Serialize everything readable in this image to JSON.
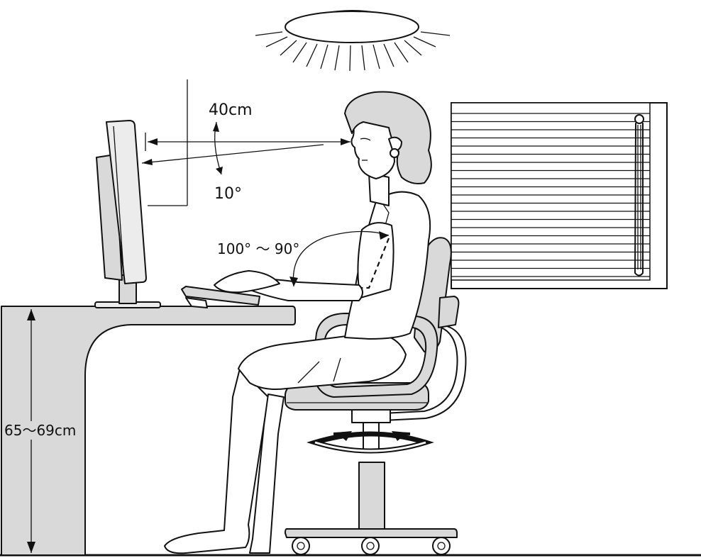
{
  "labels": {
    "eye_distance": "40cm",
    "gaze_angle": "10°",
    "elbow_angle": "100° ～ 90°",
    "desk_height": "65～69cm"
  },
  "colors": {
    "ink": "#111111",
    "fill_grey": "#d9d9d9",
    "fill_light": "#ececec",
    "background": "#ffffff"
  }
}
